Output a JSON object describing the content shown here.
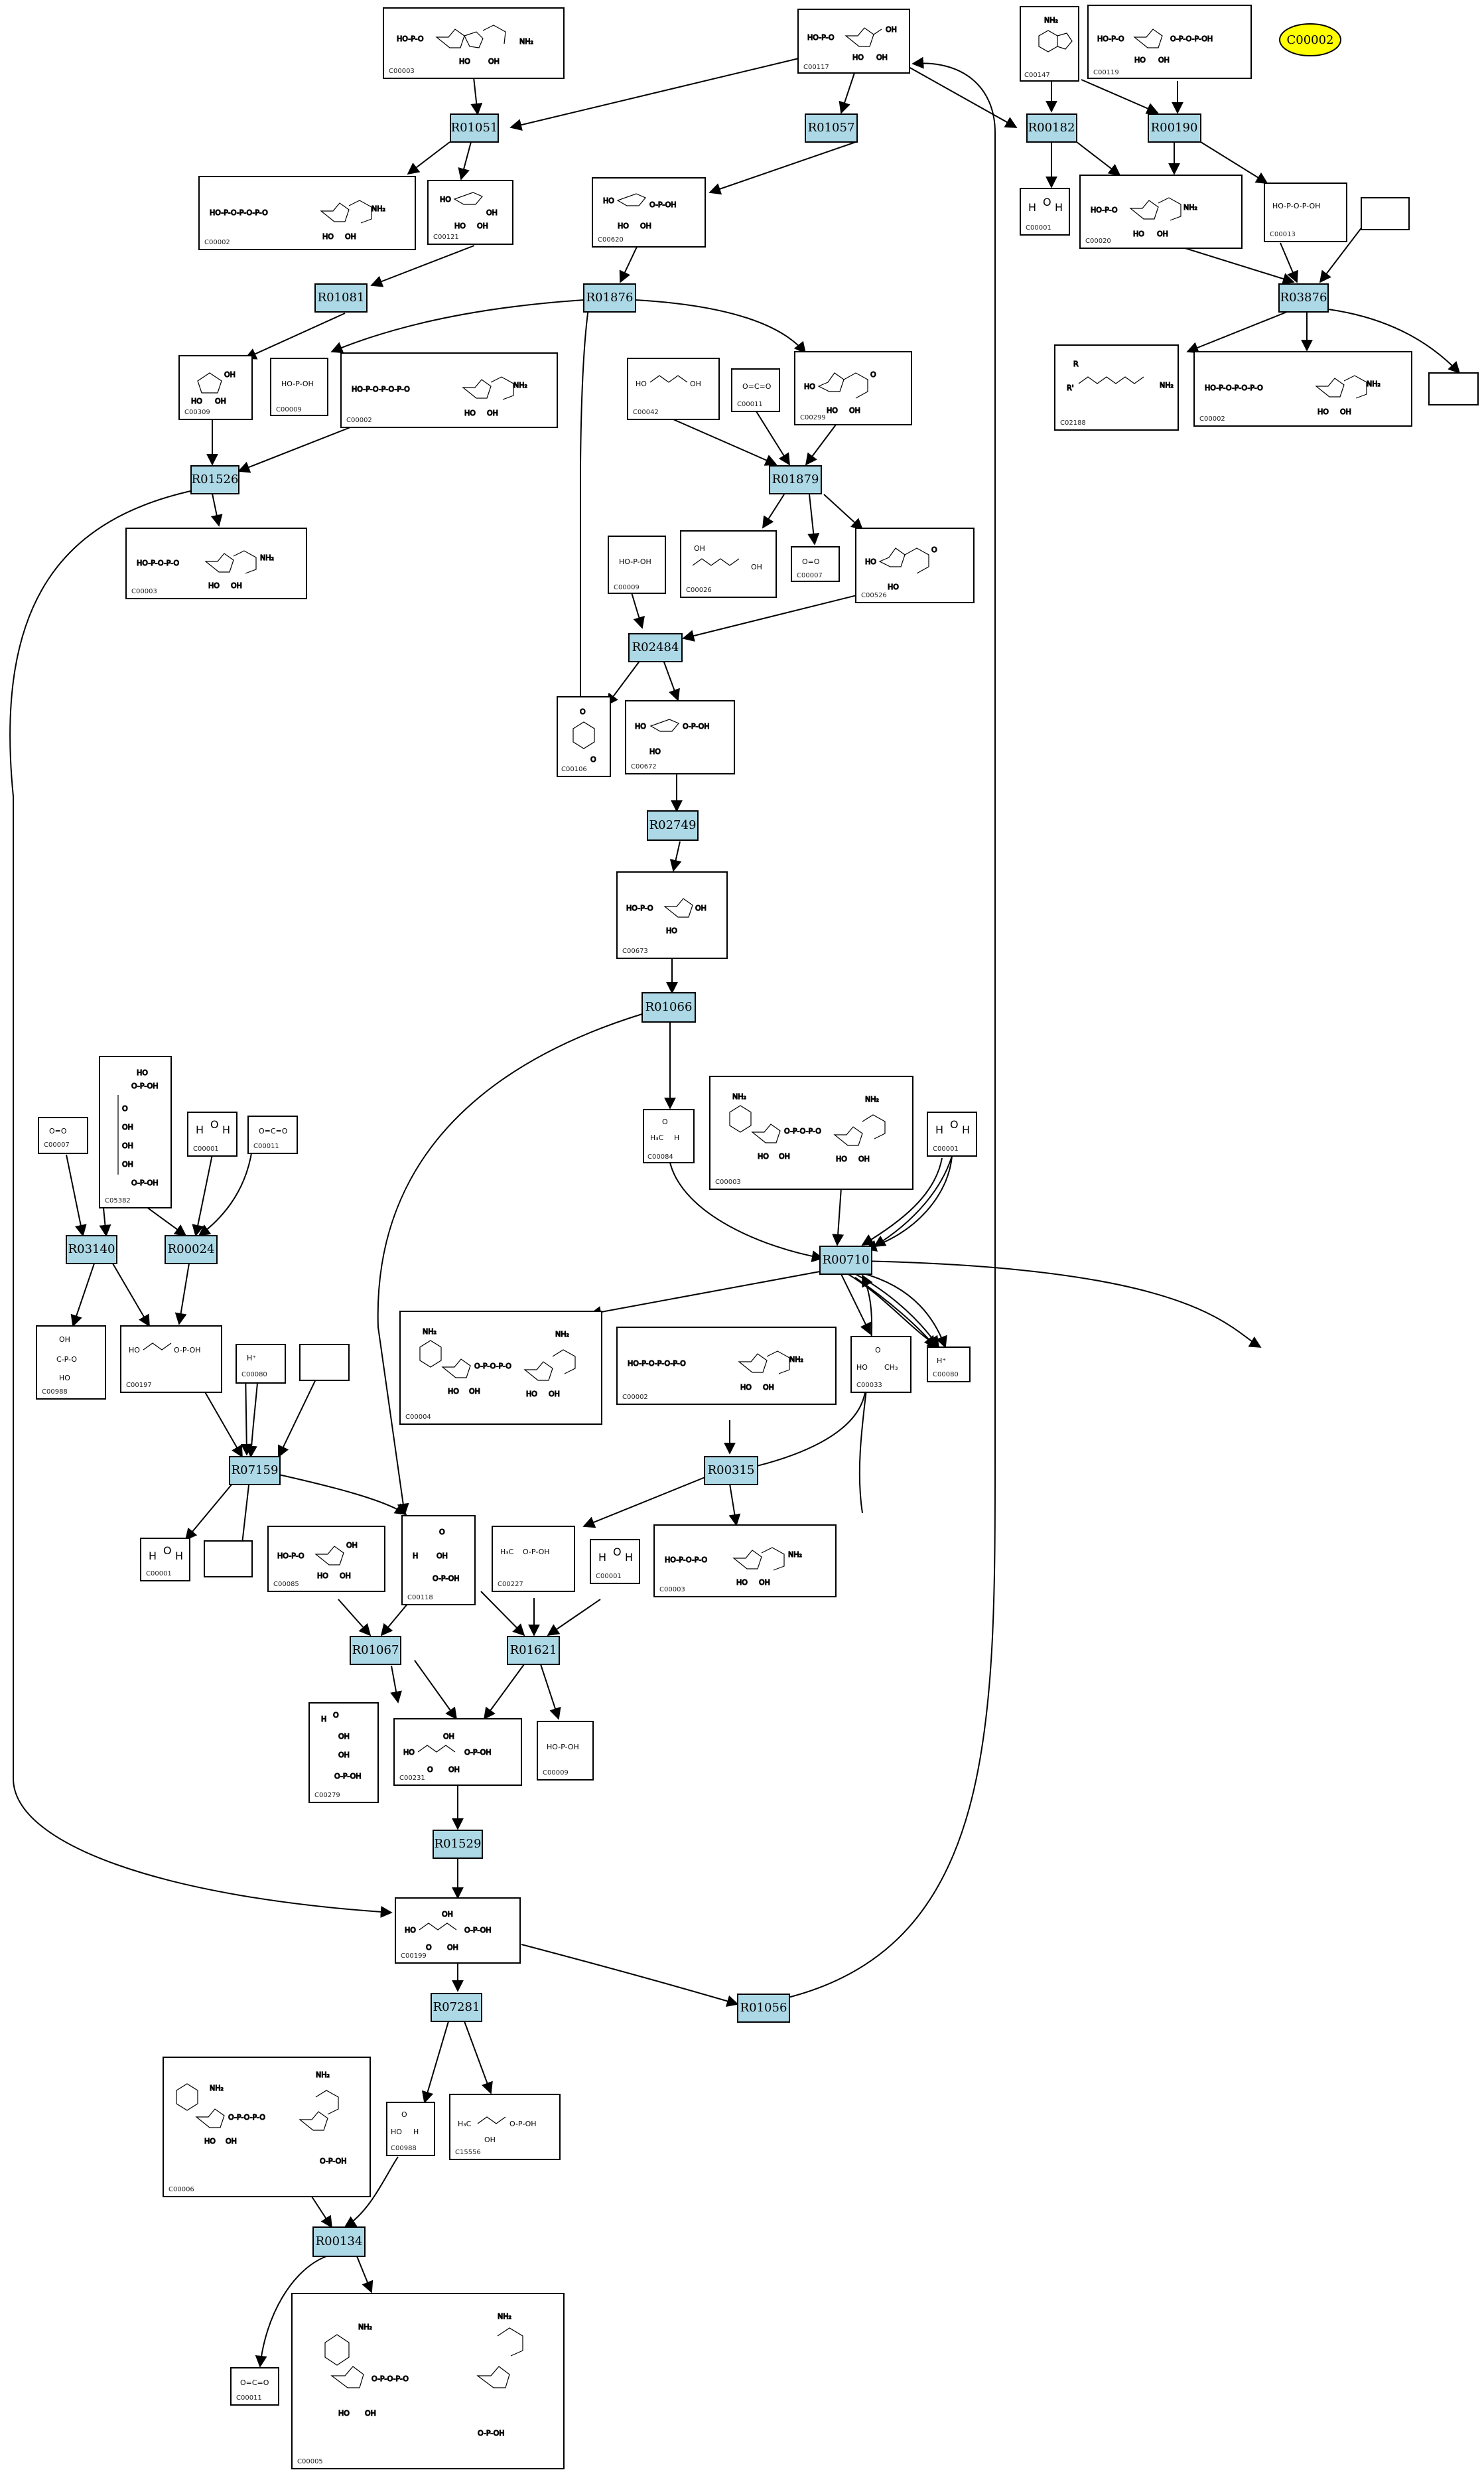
{
  "legend": {
    "label": "C00002"
  },
  "reactions": [
    "R01051",
    "R01057",
    "R00182",
    "R00190",
    "R01081",
    "R01876",
    "R03876",
    "R01526",
    "R01879",
    "R02484",
    "R02749",
    "R01066",
    "R03140",
    "R00024",
    "R00710",
    "R07159",
    "R00315",
    "R01067",
    "R01621",
    "R01529",
    "R07281",
    "R01056",
    "R00134"
  ],
  "compounds": {
    "C00003a": "C00003",
    "C00117": "C00117",
    "C00147": "C00147",
    "C00119": "C00119",
    "C00002a": "C00002",
    "C00121": "C00121",
    "C00620": "C00620",
    "C00001a": "C00001",
    "C00020": "C00020",
    "C00013": "C00013",
    "C00309": "C00309",
    "C00009a": "C00009",
    "C00002b": "C00002",
    "C00042": "C00042",
    "C00011a": "C00011",
    "C00299": "C00299",
    "C02188": "C02188",
    "C00002c": "C00002",
    "C00003b": "C00003",
    "C00009b": "C00009",
    "C00026": "C00026",
    "C00007a": "C00007",
    "C00526": "C00526",
    "C00106": "C00106",
    "C00672": "C00672",
    "C00673": "C00673",
    "C00084": "C00084",
    "C00003c": "C00003",
    "C00001b": "C00001",
    "C00007b": "C00007",
    "C05382": "C05382",
    "C00001c": "C00001",
    "C00011b": "C00011",
    "C00004": "C00004",
    "C00002d": "C00002",
    "C00033": "C00033",
    "C00080a": "C00080",
    "C00988": "C00988",
    "C00197": "C00197",
    "C00080b": "C00080",
    "C00001d": "C00001",
    "C00085": "C00085",
    "C00118": "C00118",
    "C00227": "C00227",
    "C00001e": "C00001",
    "C00003d": "C00003",
    "C00279": "C00279",
    "C00231": "C00231",
    "C00009c": "C00009",
    "C00199": "C00199",
    "C00006": "C00006",
    "C00988b": "C00988",
    "C15556": "C15556",
    "C00011c": "C00011",
    "C00005": "C00005"
  },
  "formulas": {
    "o2": "O=O",
    "hplus": "H⁺"
  }
}
